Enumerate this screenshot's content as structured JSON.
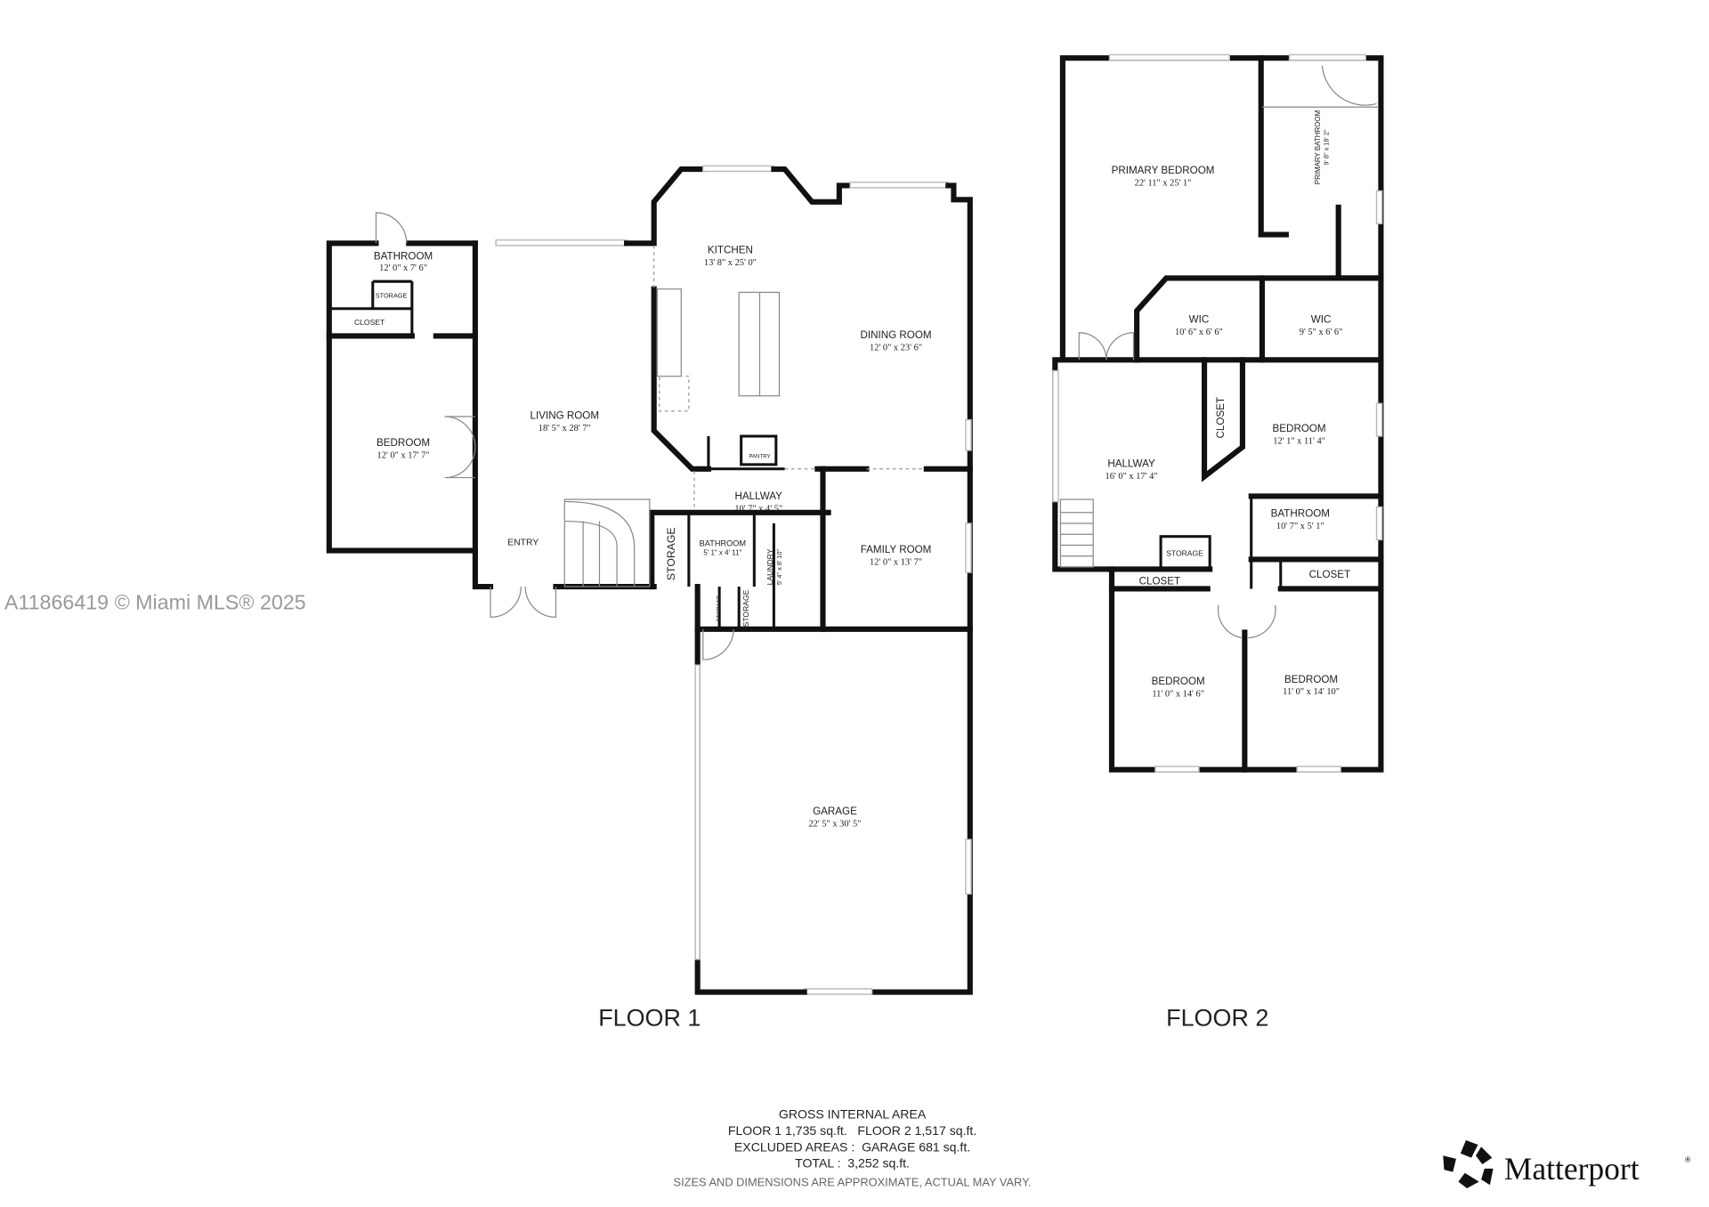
{
  "watermark": "A11866419 © Miami MLS® 2025",
  "floor1": {
    "title": "FLOOR 1",
    "rooms": [
      {
        "name": "BATHROOM",
        "dims": "12' 0\" x 7' 6\""
      },
      {
        "name": "STORAGE",
        "dims": ""
      },
      {
        "name": "CLOSET",
        "dims": ""
      },
      {
        "name": "BEDROOM",
        "dims": "12' 0\" x 17' 7\""
      },
      {
        "name": "LIVING ROOM",
        "dims": "18' 5\" x 28' 7\""
      },
      {
        "name": "ENTRY",
        "dims": ""
      },
      {
        "name": "KITCHEN",
        "dims": "13' 8\" x 25' 0\""
      },
      {
        "name": "DINING ROOM",
        "dims": "12' 0\" x 23' 6\""
      },
      {
        "name": "PANTRY",
        "dims": ""
      },
      {
        "name": "HALLWAY",
        "dims": "10' 7\" x 4' 5\""
      },
      {
        "name": "STORAGE",
        "dims": ""
      },
      {
        "name": "BATHROOM",
        "dims": "5' 1\" x 4' 11\""
      },
      {
        "name": "LAUNDRY",
        "dims": "5' 4\" x 8' 10\""
      },
      {
        "name": "STORAGE",
        "dims": ""
      },
      {
        "name": "STORAGE",
        "dims": ""
      },
      {
        "name": "FAMILY ROOM",
        "dims": "12' 0\" x 13' 7\""
      },
      {
        "name": "GARAGE",
        "dims": "22' 5\" x 30' 5\""
      }
    ]
  },
  "floor2": {
    "title": "FLOOR 2",
    "rooms": [
      {
        "name": "PRIMARY BEDROOM",
        "dims": "22' 11\" x 25' 1\""
      },
      {
        "name": "PRIMARY BATHROOM",
        "dims": "9' 8\" x 18' 2\""
      },
      {
        "name": "WIC",
        "dims": "10' 6\" x 6' 6\""
      },
      {
        "name": "WIC",
        "dims": "9' 5\" x 6' 6\""
      },
      {
        "name": "CLOSET",
        "dims": ""
      },
      {
        "name": "BEDROOM",
        "dims": "12' 1\" x 11' 4\""
      },
      {
        "name": "HALLWAY",
        "dims": "16' 0\" x 17' 4\""
      },
      {
        "name": "BATHROOM",
        "dims": "10' 7\" x 5' 1\""
      },
      {
        "name": "STORAGE",
        "dims": ""
      },
      {
        "name": "CLOSET",
        "dims": ""
      },
      {
        "name": "CLOSET",
        "dims": ""
      },
      {
        "name": "BEDROOM",
        "dims": "11' 0\" x 14' 6\""
      },
      {
        "name": "BEDROOM",
        "dims": "11' 0\" x 14' 10\""
      }
    ]
  },
  "summary": {
    "heading": "GROSS INTERNAL AREA",
    "floors": "FLOOR 1 1,735 sq.ft.   FLOOR 2 1,517 sq.ft.",
    "excluded": "EXCLUDED AREAS :  GARAGE 681 sq.ft.",
    "total": "TOTAL :  3,252 sq.ft.",
    "disclaimer": "SIZES AND DIMENSIONS ARE APPROXIMATE, ACTUAL MAY VARY."
  },
  "logo": {
    "text": "Matterport",
    "mark": "®"
  }
}
